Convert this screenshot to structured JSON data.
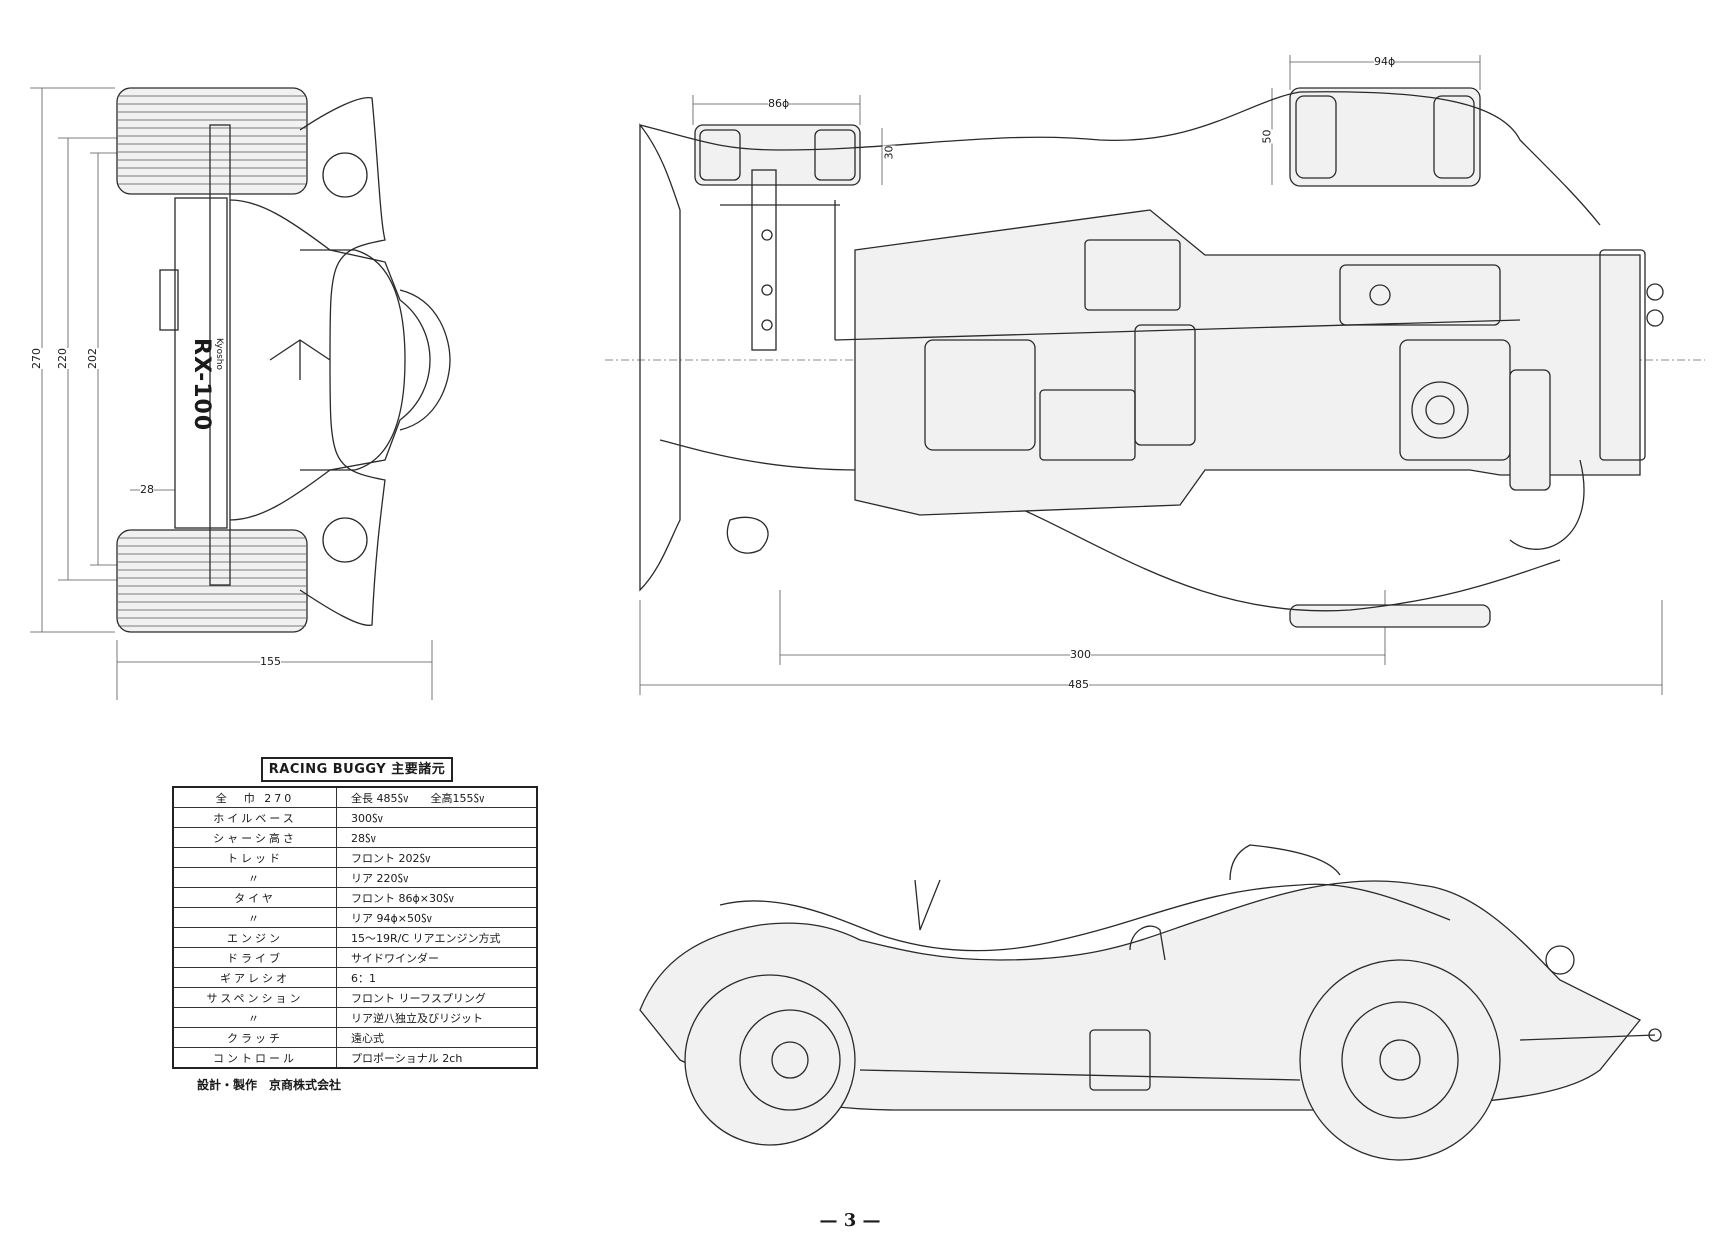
{
  "top_view": {
    "body_label_brand": "Kyosho",
    "body_label_model": "RX-100",
    "dim_overall_width": "270",
    "dim_rear_tread": "220",
    "dim_front_tread": "202",
    "dim_ground_clearance": "28",
    "dim_height": "155"
  },
  "side_view": {
    "dim_front_tire_dia": "86ϕ",
    "dim_front_tire_width": "30",
    "dim_rear_tire_dia": "94ϕ",
    "dim_rear_tire_width": "50",
    "dim_wheelbase": "300",
    "dim_length": "485"
  },
  "spec_table": {
    "title": "RACING BUGGY 主要諸元",
    "rows": [
      {
        "label": "全　巾 270",
        "value": "全長 485㏜　　全高155㏜"
      },
      {
        "label": "ホイルベース",
        "value": "300㏜"
      },
      {
        "label": "シャーシ高さ",
        "value": "28㏜"
      },
      {
        "label": "トレッド",
        "value": "フロント 202㏜"
      },
      {
        "label": "〃",
        "value": "リア 220㏜"
      },
      {
        "label": "タイヤ",
        "value": "フロント 86ϕ×30㏜"
      },
      {
        "label": "〃",
        "value": "リア 94ϕ×50㏜"
      },
      {
        "label": "エンジン",
        "value": "15〜19R/C リアエンジン方式"
      },
      {
        "label": "ドライブ",
        "value": "サイドワインダー"
      },
      {
        "label": "ギアレシオ",
        "value": "6：1"
      },
      {
        "label": "サスペンション",
        "value": "フロント リーフスプリング"
      },
      {
        "label": "〃",
        "value": "リア逆八独立及びリジット"
      },
      {
        "label": "クラッチ",
        "value": "遠心式"
      },
      {
        "label": "コントロール",
        "value": "プロポーショナル 2ch"
      }
    ],
    "footer": "設計・製作　京商株式会社"
  },
  "page_number": "— 3 —"
}
